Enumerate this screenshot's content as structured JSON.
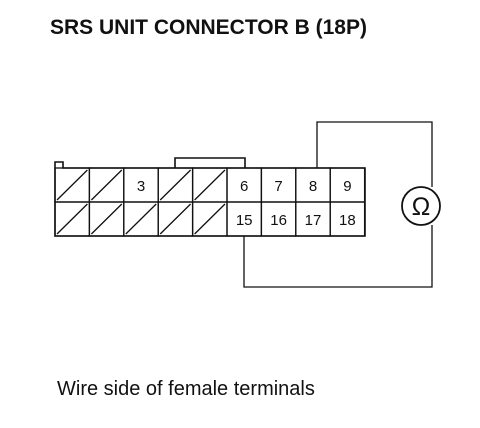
{
  "title": "SRS UNIT CONNECTOR B (18P)",
  "caption": "Wire side of female terminals",
  "meter_symbol": "Ω",
  "connector": {
    "top_row": [
      "",
      "",
      "3",
      "",
      "",
      "6",
      "7",
      "8",
      "9"
    ],
    "bottom_row": [
      "",
      "",
      "",
      "",
      "",
      "15",
      "16",
      "17",
      "18"
    ],
    "top_blocked": [
      true,
      true,
      false,
      true,
      true,
      false,
      false,
      false,
      false
    ],
    "bottom_blocked": [
      true,
      true,
      true,
      true,
      true,
      false,
      false,
      false,
      false
    ]
  },
  "meter_leads": [
    "8",
    "15"
  ]
}
